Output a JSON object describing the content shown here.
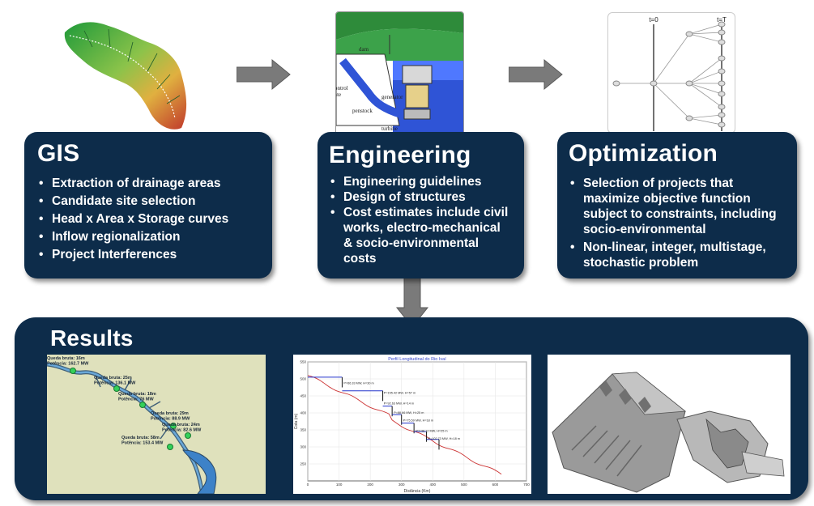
{
  "gis": {
    "title": "GIS",
    "items": [
      "Extraction of drainage areas",
      "Candidate site selection",
      "Head x Area x Storage curves",
      "Inflow regionalization",
      "Project Interferences"
    ]
  },
  "engineering": {
    "title": "Engineering",
    "items": [
      "Engineering guidelines",
      "Design of structures",
      "Cost estimates include civil works, electro-mechanical & socio-environmental costs"
    ],
    "diagram_labels": {
      "dam": "dam",
      "control": "ontrol",
      "gate": "ate",
      "generator": "generator",
      "penstock": "penstock",
      "turbine": "turbine"
    }
  },
  "optimization": {
    "title": "Optimization",
    "items": [
      "Selection of projects that maximize objective function subject to constraints, including socio-environmental",
      "Non-linear, integer, multistage, stochastic problem"
    ],
    "tree_labels": {
      "t0": "t=0",
      "tT": "t=T"
    }
  },
  "results": {
    "title": "Results",
    "map_labels": [
      {
        "head": "Queda bruta: 16m",
        "power": "Potência: 162.7 MW"
      },
      {
        "head": "Queda bruta: 25m",
        "power": "Potência: 136.1 MW"
      },
      {
        "head": "Queda bruta: 18m",
        "power": "Potência: 76 MW"
      },
      {
        "head": "Queda bruta: 29m",
        "power": "Potência: 88.9 MW"
      },
      {
        "head": "Queda bruta: 24m",
        "power": "Potência: 82.6 MW"
      },
      {
        "head": "Queda bruta: 58m",
        "power": "Potência: 153.4 MW"
      }
    ],
    "profile": {
      "title": "Perfil Longitudinal do Rio Ivaí",
      "xlabel": "Distância (Km)",
      "ylabel": "Cota (m)",
      "xticks": [
        "0",
        "100",
        "200",
        "300",
        "400",
        "500",
        "600",
        "700"
      ],
      "yticks": [
        "250",
        "300",
        "350",
        "400",
        "450",
        "500",
        "550"
      ],
      "annotations": [
        "P=66.33 MW, H=30 m",
        "P=155.42 MW, H=57 m",
        "P=92.63 MW, H=14 m",
        "P=88.66 MW, H=25 m",
        "P=75.59 MW, H=18 m",
        "P=138.12 MW, H=25 m",
        "P=102.73 MW, H=18 m"
      ]
    }
  },
  "colors": {
    "panel": "#0d2c4a",
    "arrow": "#7a7a7a"
  }
}
